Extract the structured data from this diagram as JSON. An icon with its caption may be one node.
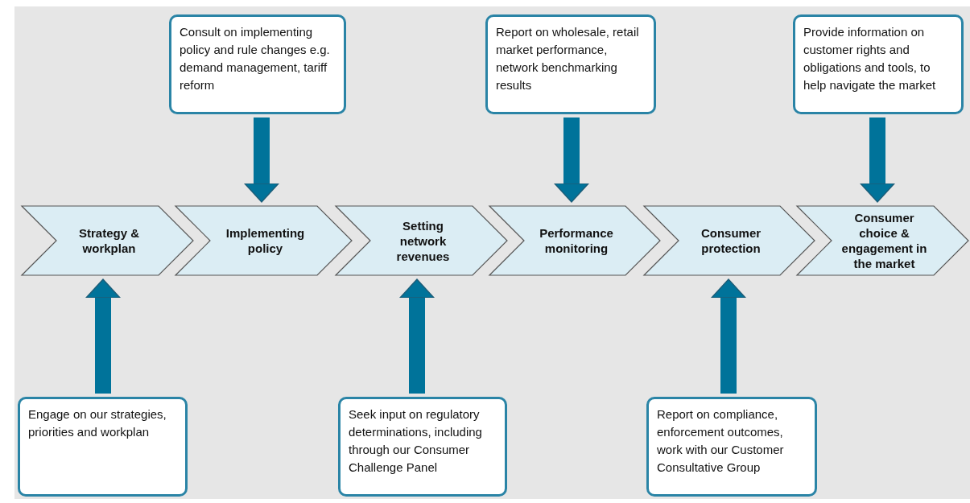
{
  "diagram": {
    "nodes": [
      {
        "text": [
          "Consult on implementing policy and rule changes e.g. demand management, tariff reform"
        ]
      },
      {
        "text": [
          "Report on wholesale, retail market performance, network benchmarking results"
        ]
      },
      {
        "text": [
          "Provide information on customer rights and obligations and tools, to help navigate the market"
        ]
      },
      {
        "text": [
          "Strategy & workplan"
        ]
      },
      {
        "text": [
          "Implementing policy"
        ]
      },
      {
        "text": [
          "Setting network revenues"
        ]
      },
      {
        "text": [
          "Performance monitoring"
        ]
      },
      {
        "text": [
          "Consumer protection"
        ]
      },
      {
        "text": [
          "Consumer choice & engagement in the market"
        ]
      },
      {
        "text": [
          "Engage on our strategies, priorities and workplan"
        ]
      },
      {
        "text": [
          "Seek input on regulatory determinations, including through our Consumer Challenge Panel"
        ]
      },
      {
        "text": [
          "Report on compliance, enforcement outcomes, work with our Customer Consultative Group"
        ]
      }
    ],
    "edges": [
      {
        "from": 0,
        "to": 4,
        "arrow": "to"
      },
      {
        "from": 1,
        "to": 6,
        "arrow": "to"
      },
      {
        "from": 2,
        "to": 8,
        "arrow": "to"
      },
      {
        "from": 9,
        "to": 3,
        "arrow": "to"
      },
      {
        "from": 10,
        "to": 5,
        "arrow": "to"
      },
      {
        "from": 11,
        "to": 7,
        "arrow": "to"
      }
    ]
  }
}
